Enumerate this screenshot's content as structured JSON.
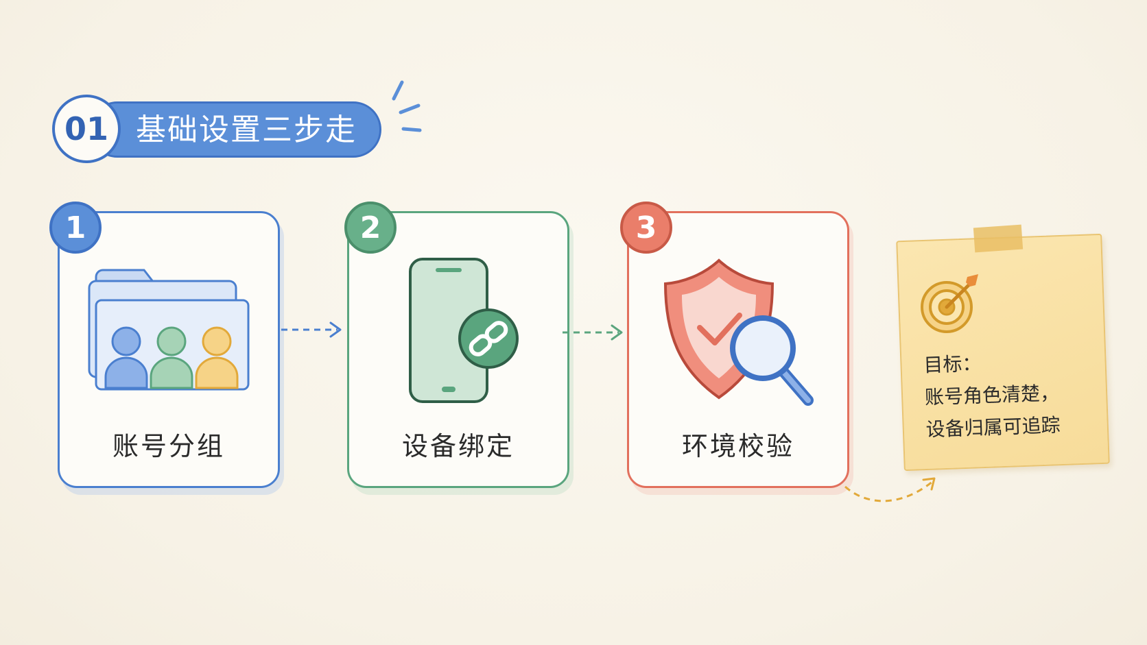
{
  "header": {
    "number": "01",
    "title": "基础设置三步走"
  },
  "steps": [
    {
      "number": "1",
      "label": "账号分组",
      "color": "#4a7fcf",
      "icon": "folder-users-icon"
    },
    {
      "number": "2",
      "label": "设备绑定",
      "color": "#5aa57e",
      "icon": "phone-link-icon"
    },
    {
      "number": "3",
      "label": "环境校验",
      "color": "#e2705d",
      "icon": "shield-check-search-icon"
    }
  ],
  "goal": {
    "icon": "target-icon",
    "title": "目标：",
    "line1": "账号角色清楚，",
    "line2": "设备归属可追踪"
  },
  "colors": {
    "background": "#f8f4ea",
    "blue": "#4a7fcf",
    "green": "#5aa57e",
    "red": "#e2705d",
    "gold": "#e2a93a",
    "note": "#f9e0a4"
  }
}
